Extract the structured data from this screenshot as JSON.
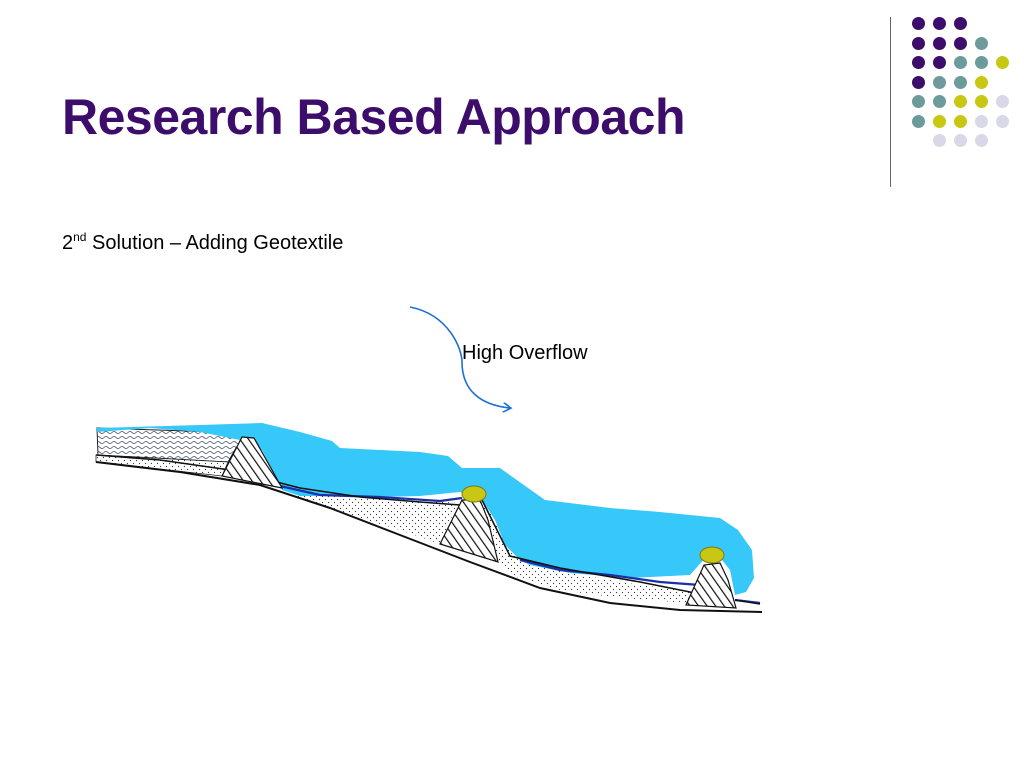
{
  "slide": {
    "title": "Research Based Approach",
    "subtitle_prefix": "2",
    "subtitle_sup": "nd",
    "subtitle_rest": " Solution – Adding Geotextile"
  },
  "diagram": {
    "annotation": "High Overflow",
    "colors": {
      "water": "#36c8f8",
      "geotextile": "#1a2fa8",
      "indicator": "#c8c814",
      "arrow": "#1f6fd8"
    }
  },
  "decoration": {
    "palette": {
      "P": "#3c0d6b",
      "T": "#6d9b9b",
      "Y": "#c8c814",
      "L": "#d8d8e8"
    },
    "rows": [
      "PPP",
      "PPPT",
      "PPTTY",
      "PTTY",
      "TTYYL",
      "TYYLL",
      "LLL"
    ]
  }
}
